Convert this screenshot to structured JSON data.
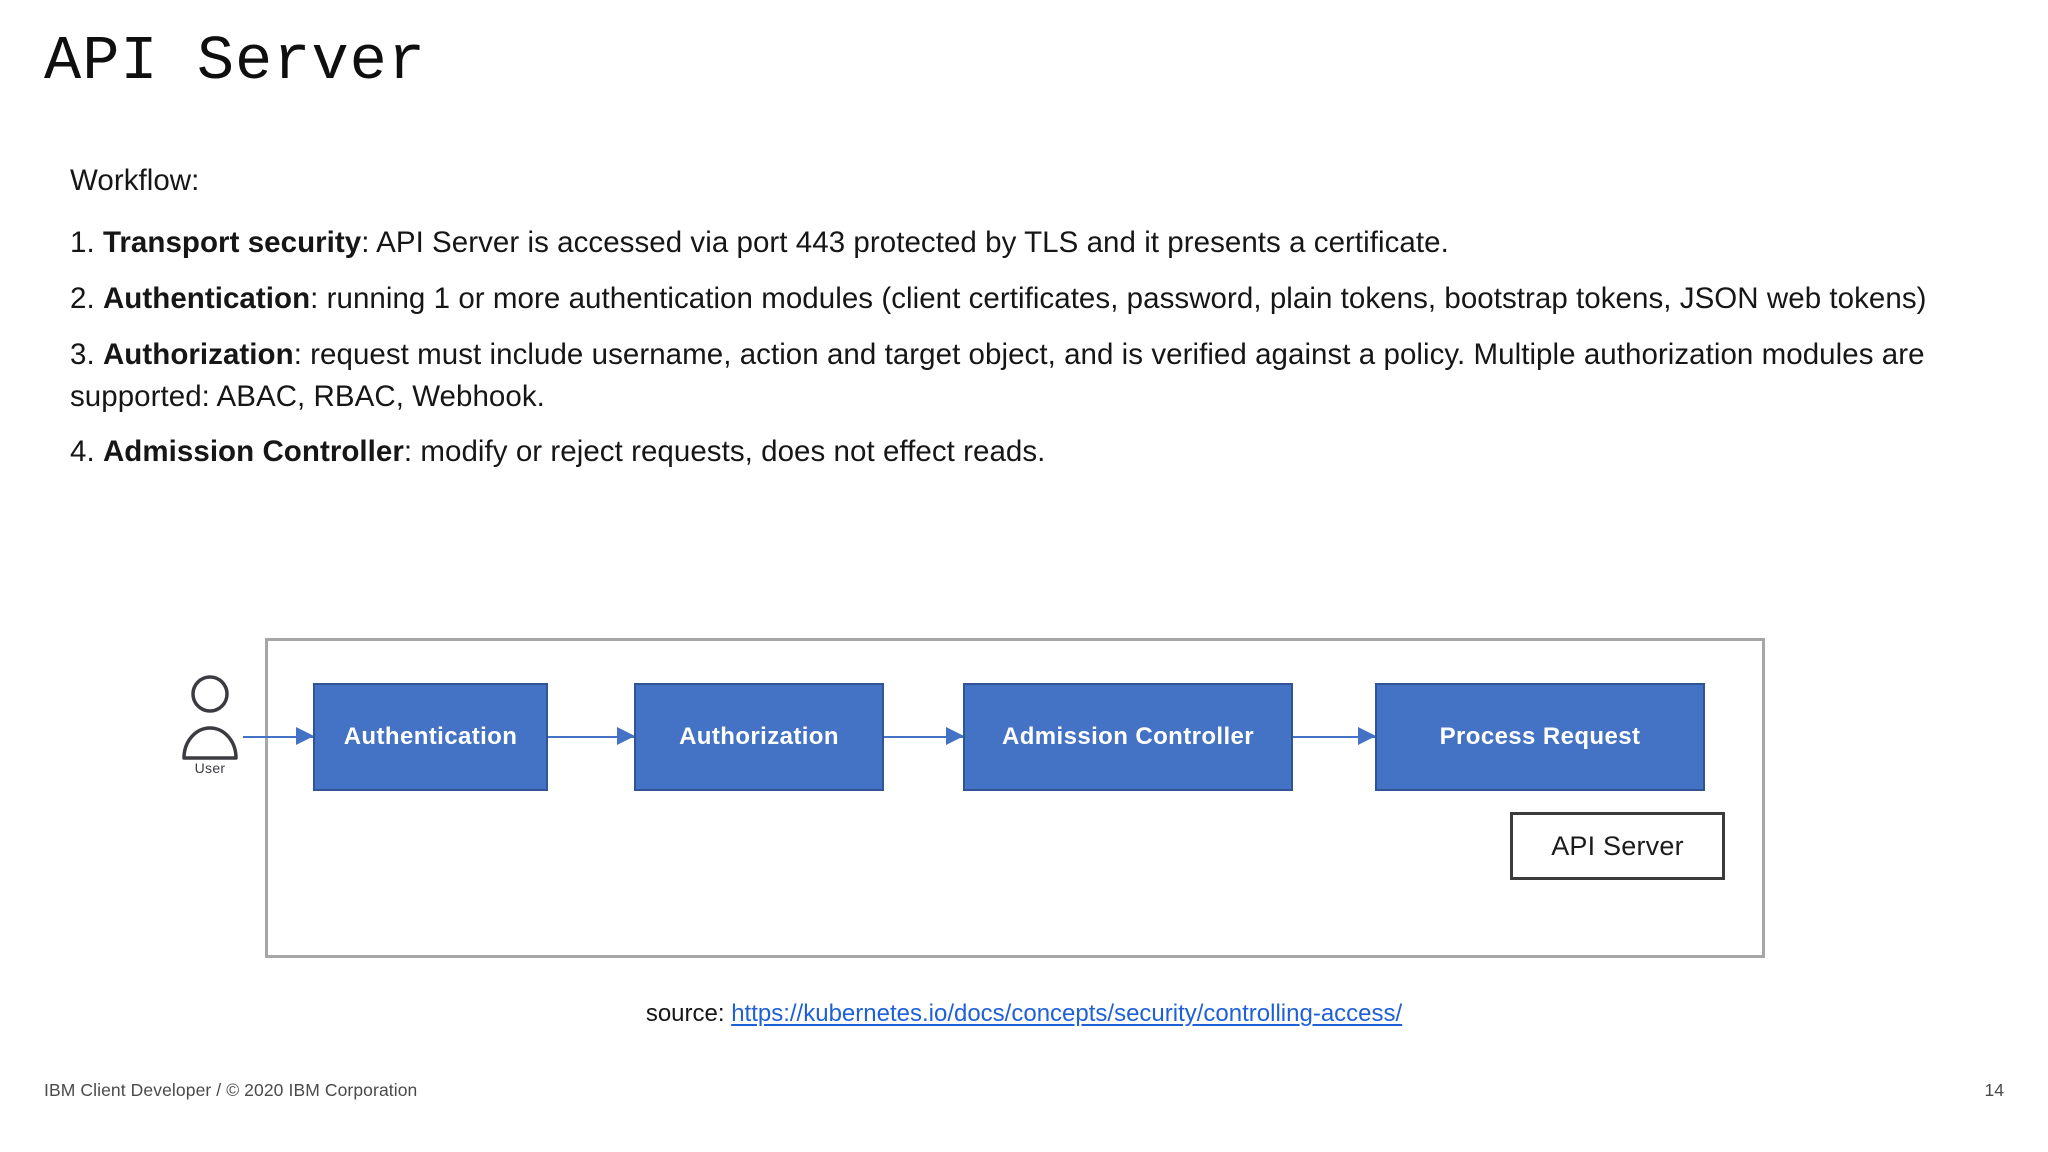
{
  "slide": {
    "title": "API Server",
    "page_number": "14"
  },
  "content": {
    "lead": "Workflow:",
    "items": [
      {
        "number": "1.",
        "term": "Transport security",
        "rest": ": API Server is accessed via port 443 protected by TLS and it presents a certificate."
      },
      {
        "number": "2.",
        "term": "Authentication",
        "rest": ": running 1 or more authentication modules (client certificates, password, plain tokens, bootstrap tokens, JSON web tokens)"
      },
      {
        "number": "3.",
        "term": "Authorization",
        "rest": ": request must include username, action and target object, and is verified against a policy. Multiple authorization modules are supported: ABAC, RBAC, Webhook."
      },
      {
        "number": "4.",
        "term": "Admission Controller",
        "rest": ": modify or reject requests, does not effect reads."
      }
    ]
  },
  "diagram": {
    "actor": {
      "icon": "user-icon",
      "label": "User"
    },
    "boxes": [
      {
        "label": "Authentication"
      },
      {
        "label": "Authorization"
      },
      {
        "label": "Admission Controller"
      },
      {
        "label": "Process Request"
      }
    ],
    "boundary_label": "API Server",
    "colors": {
      "box_fill": "#4472C4",
      "box_border": "#2F5597",
      "arrow": "#4472C4",
      "frame_border": "#A6A6A6",
      "tag_border": "#3B3B3B"
    }
  },
  "source": {
    "label": "source: ",
    "url_text": "https://kubernetes.io/docs/concepts/security/controlling-access/"
  },
  "footer": {
    "left": "IBM Client Developer /  © 2020 IBM Corporation"
  }
}
